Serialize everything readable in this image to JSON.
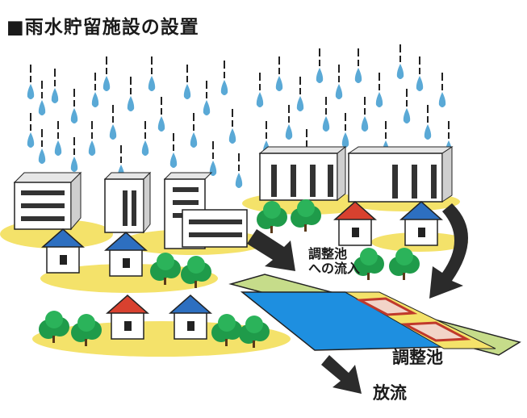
{
  "title": "■雨水貯留施設の設置",
  "labels": {
    "inflow_line1": "調整池",
    "inflow_line2": "への流入",
    "pond": "調整池",
    "outflow": "放流"
  },
  "icons": {
    "rain": "raindrop-icon",
    "building": "building-icon",
    "house": "house-icon",
    "tree": "tree-icon",
    "arrow": "arrow-icon"
  },
  "colors": {
    "rain": "#5aa9d6",
    "pond": "#1e8fe0",
    "embankment": "#c6dc8a",
    "ground": "#f4e26a",
    "tree": "#1f9b4a",
    "roof_blue": "#2d6fc0",
    "roof_red": "#d8412f",
    "arrow": "#2b2b2b"
  }
}
